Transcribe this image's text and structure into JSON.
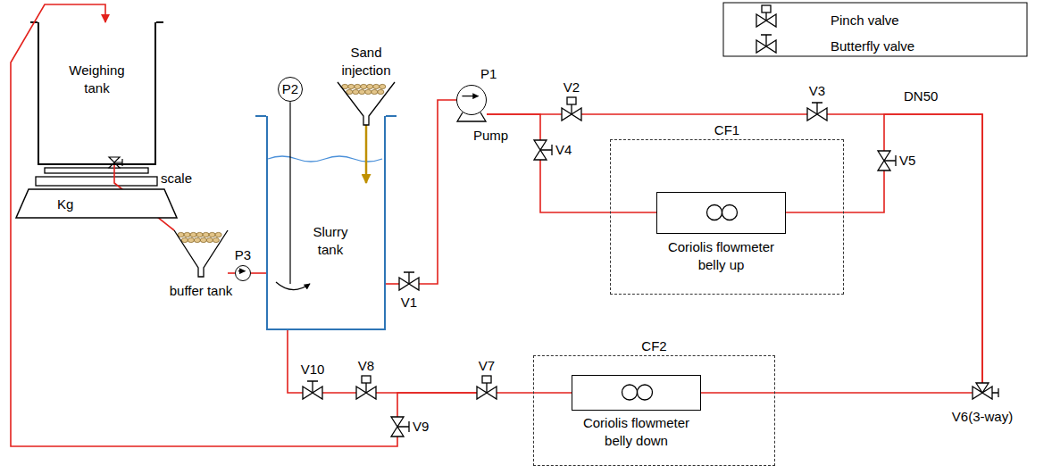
{
  "diagram": {
    "nodes": [
      {
        "text": [
          "Weighing tank"
        ]
      },
      {
        "text": [
          "scale",
          "Kg"
        ]
      },
      {
        "text": [
          "buffer tank"
        ]
      },
      {
        "text": [
          "P3"
        ]
      },
      {
        "text": [
          "P2"
        ]
      },
      {
        "text": [
          "Sand injection"
        ]
      },
      {
        "text": [
          "Slurry tank"
        ]
      },
      {
        "text": [
          "P1",
          "Pump"
        ]
      },
      {
        "text": [
          "V2"
        ]
      },
      {
        "text": [
          "V3"
        ]
      },
      {
        "text": [
          "V4"
        ]
      },
      {
        "text": [
          "V5"
        ]
      },
      {
        "text": [
          "CF1"
        ]
      },
      {
        "text": [
          "Coriolis flowmeter belly up"
        ],
        "in": 12
      },
      {
        "text": [
          "V1"
        ]
      },
      {
        "text": [
          "V10"
        ]
      },
      {
        "text": [
          "V8"
        ]
      },
      {
        "text": [
          "V7"
        ]
      },
      {
        "text": [
          "CF2"
        ]
      },
      {
        "text": [
          "Coriolis flowmeter belly down"
        ],
        "in": 18
      },
      {
        "text": [
          "V9"
        ]
      },
      {
        "text": [
          "V6(3-way)"
        ]
      }
    ],
    "edges": [
      {
        "from": 0,
        "to": 2,
        "arrow": "none"
      },
      {
        "from": 2,
        "to": 3,
        "arrow": "none"
      },
      {
        "from": 3,
        "to": 6,
        "arrow": "none"
      },
      {
        "from": 4,
        "to": 6,
        "arrow": "none"
      },
      {
        "from": 5,
        "to": 6,
        "arrow": "to"
      },
      {
        "from": 6,
        "to": 14,
        "arrow": "none"
      },
      {
        "from": 14,
        "to": 7,
        "arrow": "none"
      },
      {
        "from": 7,
        "to": 8,
        "arrow": "none"
      },
      {
        "from": 7,
        "to": 10,
        "arrow": "none"
      },
      {
        "from": 8,
        "to": 9,
        "arrow": "none"
      },
      {
        "from": 9,
        "to": 21,
        "arrow": "none"
      },
      {
        "from": 10,
        "to": 13,
        "arrow": "none"
      },
      {
        "from": 13,
        "to": 11,
        "arrow": "none"
      },
      {
        "from": 11,
        "to": 21,
        "arrow": "none"
      },
      {
        "from": 21,
        "to": 19,
        "arrow": "none"
      },
      {
        "from": 19,
        "to": 17,
        "arrow": "none"
      },
      {
        "from": 17,
        "to": 16,
        "arrow": "none"
      },
      {
        "from": 17,
        "to": 20,
        "arrow": "none"
      },
      {
        "from": 16,
        "to": 15,
        "arrow": "none"
      },
      {
        "from": 15,
        "to": 6,
        "arrow": "none"
      },
      {
        "from": 20,
        "to": 0,
        "arrow": "to"
      }
    ],
    "labels": [
      "DN50"
    ],
    "legend": [
      {
        "text": "Pinch valve"
      },
      {
        "text": "Butterfly valve"
      }
    ]
  }
}
